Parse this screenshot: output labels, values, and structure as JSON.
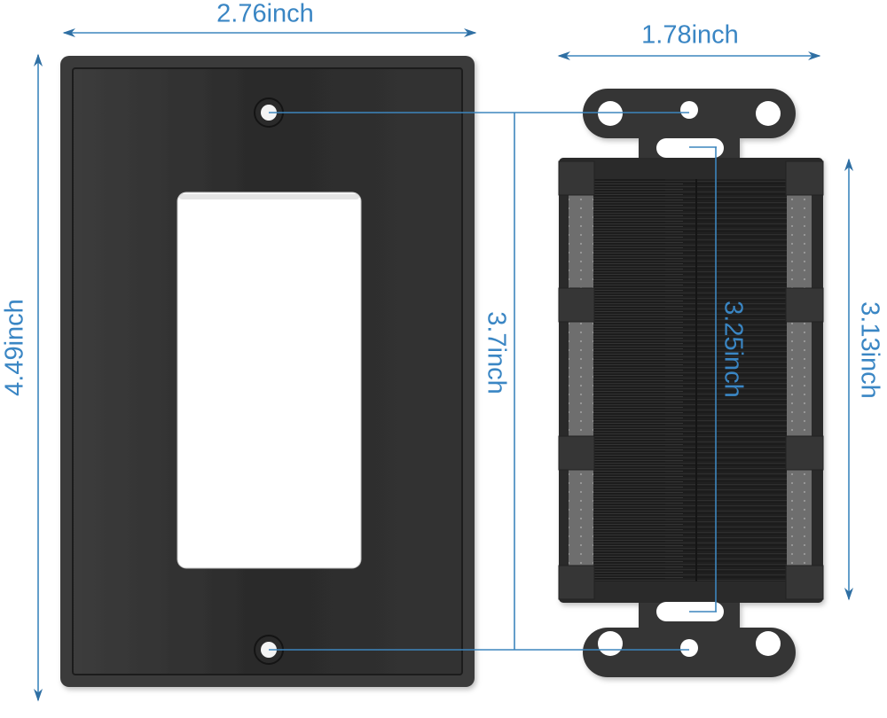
{
  "diagram": {
    "type": "product-dimension-diagram",
    "accent_color": "#3a86c4",
    "plate_color": "#333333",
    "wall_plate": {
      "name": "decorator wall plate",
      "dimensions": {
        "width": "2.76inch",
        "height": "4.49inch",
        "screw_hole_spacing": "3.7inch"
      }
    },
    "brush_insert": {
      "name": "brush pass-through insert",
      "dimensions": {
        "width": "1.78inch",
        "slot_spacing": "3.25inch",
        "body_height": "3.13inch"
      }
    }
  },
  "labels": {
    "top_left": "2.76inch",
    "top_right": "1.78inch",
    "left_vertical": "4.49inch",
    "center_vertical": "3.7inch",
    "insert_vertical": "3.25inch",
    "right_vertical": "3.13inch"
  }
}
